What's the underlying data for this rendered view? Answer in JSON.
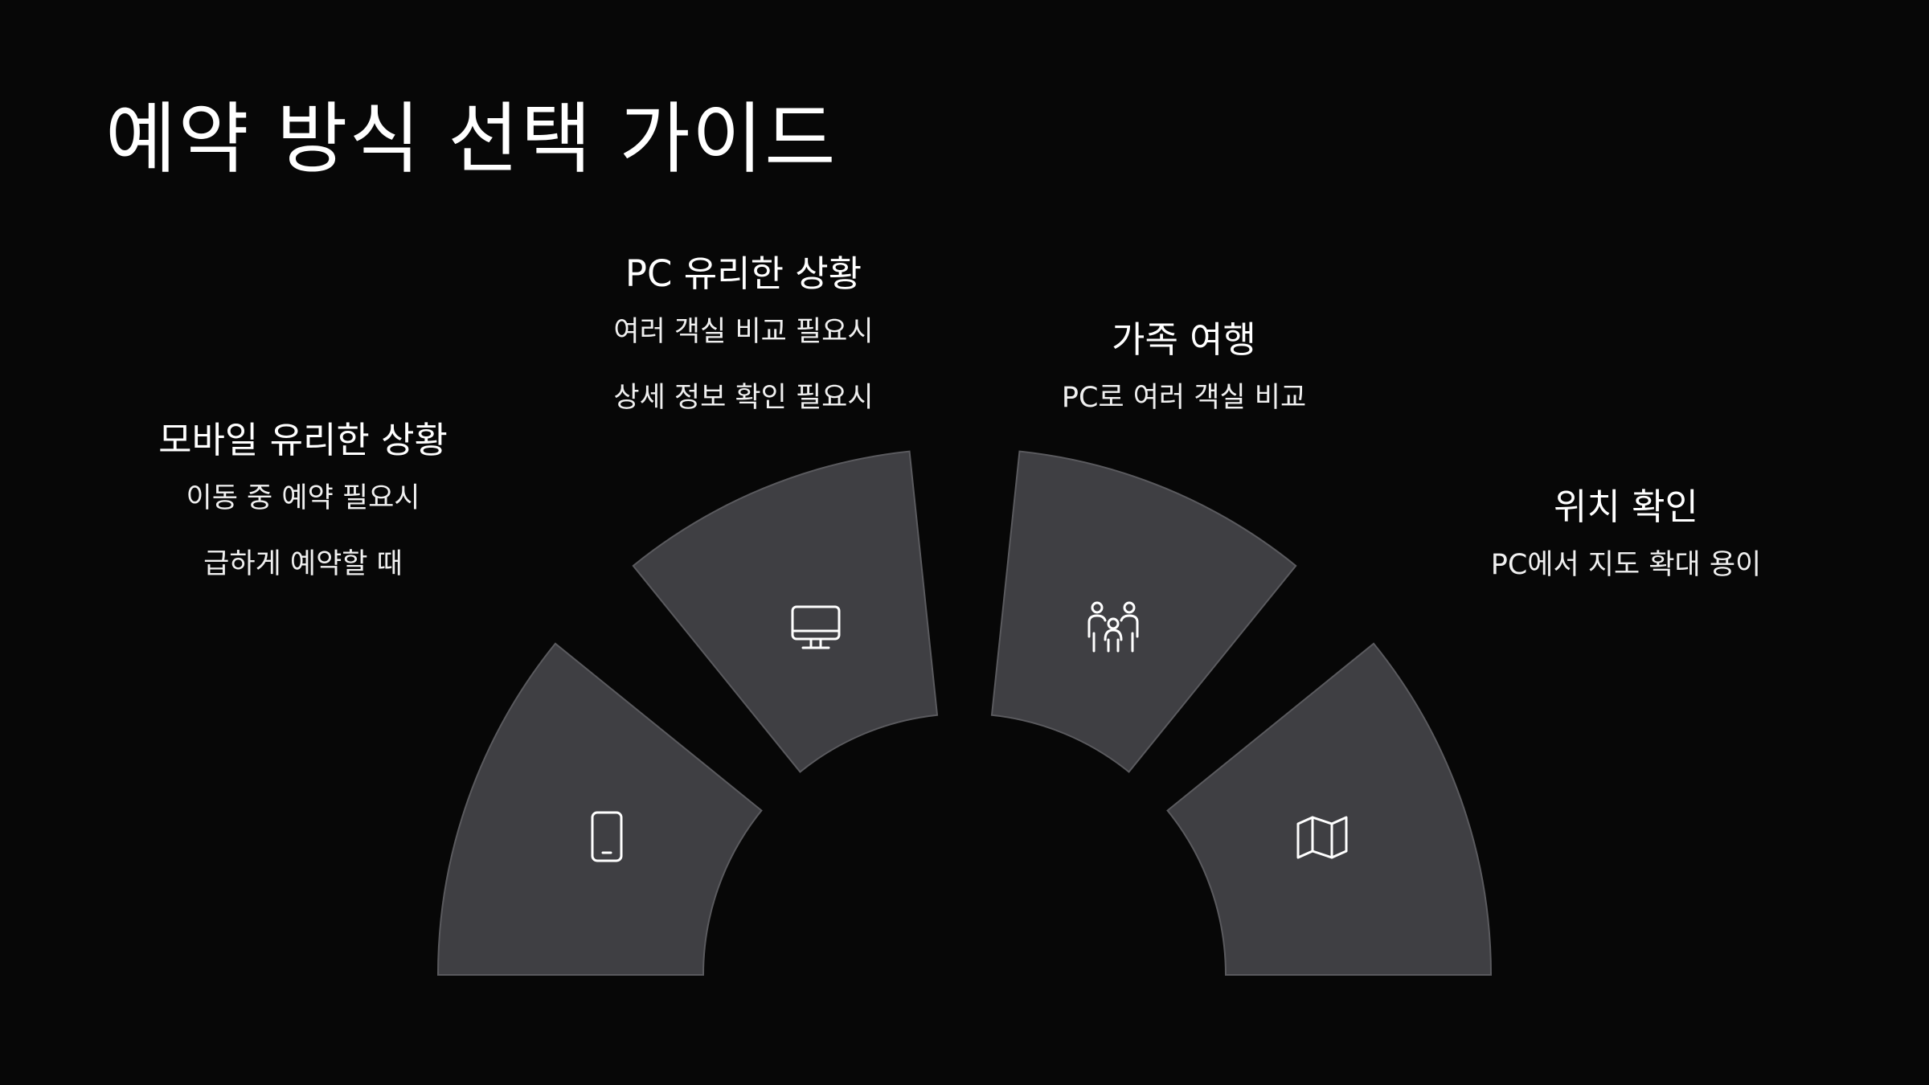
{
  "title": "예약 방식 선택 가이드",
  "segments": [
    {
      "heading": "모바일 유리한 상황",
      "lines": [
        "이동 중 예약 필요시",
        "급하게 예약할 때"
      ],
      "icon": "smartphone-icon"
    },
    {
      "heading": "PC 유리한 상황",
      "lines": [
        "여러 객실 비교 필요시",
        "상세 정보 확인 필요시"
      ],
      "icon": "desktop-monitor-icon"
    },
    {
      "heading": "가족 여행",
      "lines": [
        "PC로 여러 객실 비교"
      ],
      "icon": "family-icon"
    },
    {
      "heading": "위치 확인",
      "lines": [
        "PC에서 지도 확대 용이"
      ],
      "icon": "map-icon"
    }
  ],
  "colors": {
    "background": "#070707",
    "segment_fill": "#3f3f43",
    "segment_stroke": "#5a5a5e",
    "text": "#ffffff"
  }
}
